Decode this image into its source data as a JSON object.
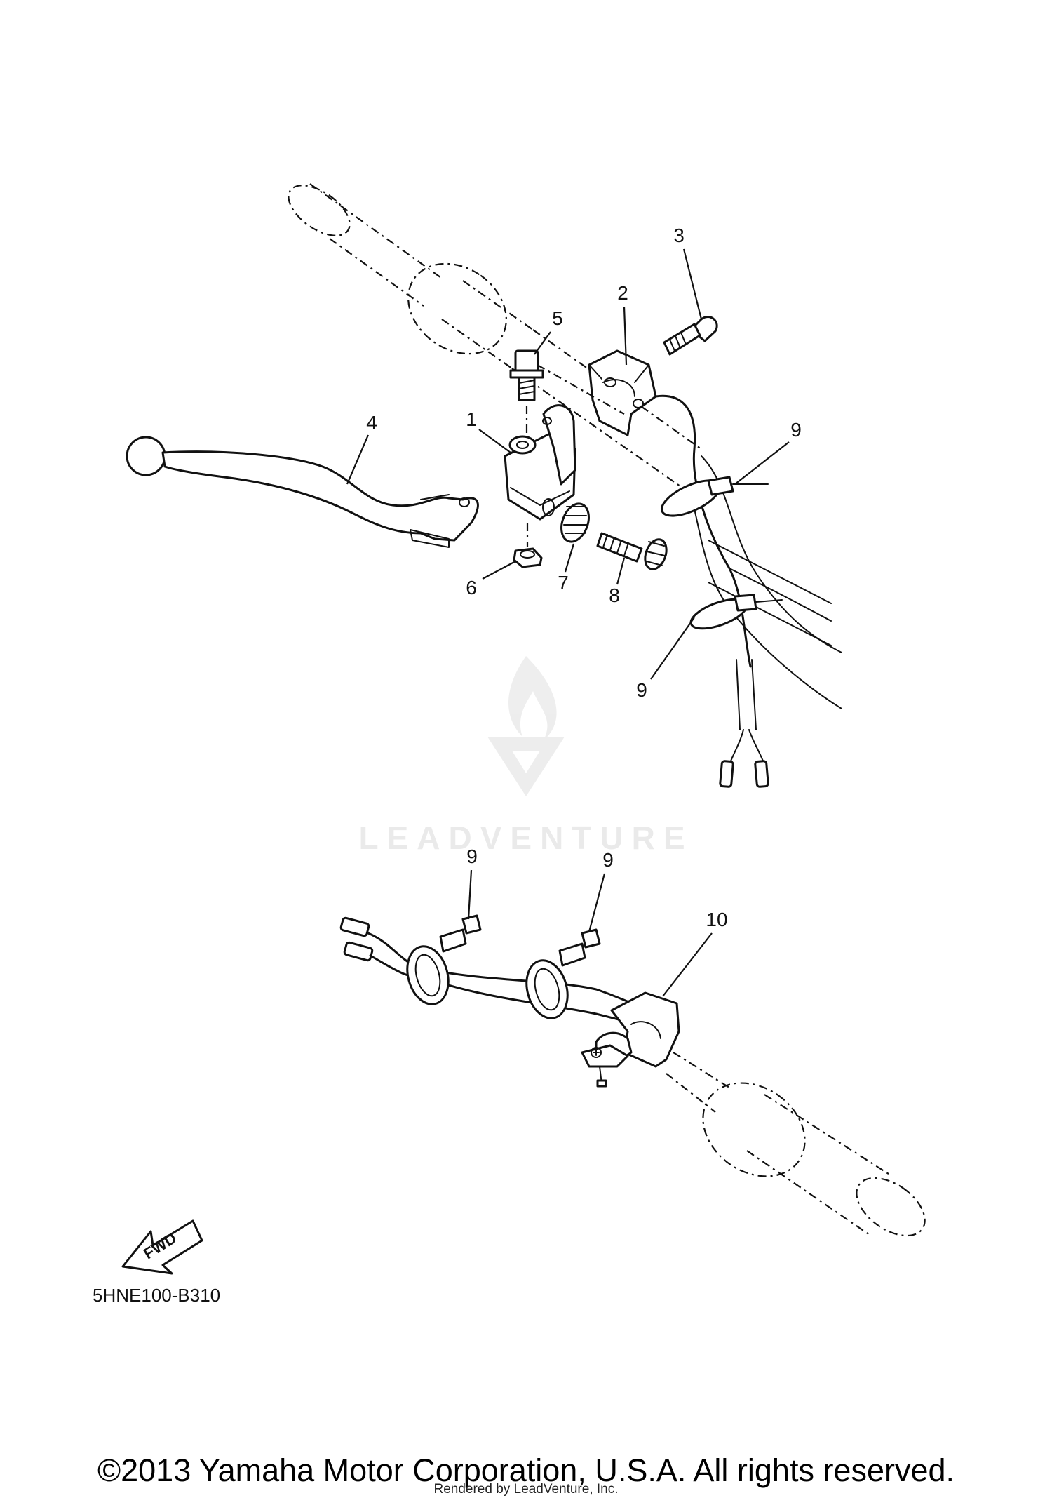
{
  "callouts": {
    "c1": "1",
    "c2": "2",
    "c3": "3",
    "c4": "4",
    "c5": "5",
    "c6": "6",
    "c7": "7",
    "c8": "8",
    "c9a": "9",
    "c9b": "9",
    "c9c": "9",
    "c9d": "9",
    "c10": "10"
  },
  "watermark": {
    "text": "LEADVENTURE"
  },
  "fwd_badge": {
    "text": "FWD"
  },
  "diagram_code": "5HNE100-B310",
  "copyright": "©2013 Yamaha Motor Corporation, U.S.A. All rights reserved.",
  "rendered_by": "Rendered by LeadVenture, Inc."
}
